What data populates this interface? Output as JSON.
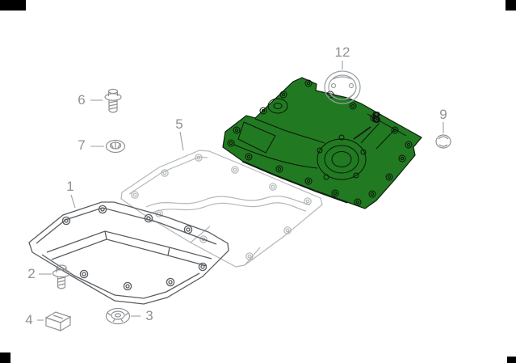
{
  "diagram": {
    "background": "#ffffff"
  },
  "colors": {
    "highlight_green": "#217a21",
    "panel_light_gray": "#b3b7ba",
    "panel_dark_gray": "#595d61",
    "hardware_gray": "#8e9296",
    "leader_gray": "#9aa0a4",
    "label_gray": "#8d9296",
    "label_black": "#141414",
    "corner_mark_black": "#000000"
  },
  "callouts": [
    {
      "label": "1"
    },
    {
      "label": "2"
    },
    {
      "label": "3"
    },
    {
      "label": "4"
    },
    {
      "label": "5"
    },
    {
      "label": "6"
    },
    {
      "label": "7"
    },
    {
      "label": "8",
      "emphasis": true
    },
    {
      "label": "9"
    },
    {
      "label": "12"
    }
  ]
}
